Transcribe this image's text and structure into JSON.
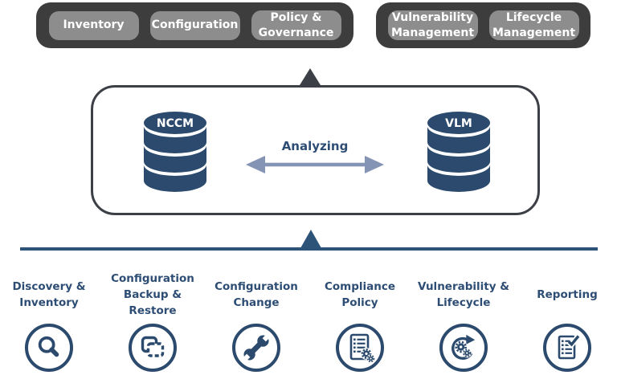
{
  "header": {
    "left_group_items": [
      "Inventory",
      "Configuration",
      "Policy &\nGovernance"
    ],
    "right_group_items": [
      "Vulnerability\nManagement",
      "Lifecycle\nManagement"
    ]
  },
  "core": {
    "left_db_label": "NCCM",
    "right_db_label": "VLM",
    "arrow_label": "Analyzing"
  },
  "features": [
    {
      "label": "Discovery &\nInventory",
      "icon": "magnifier-icon"
    },
    {
      "label": "Configuration\nBackup &\nRestore",
      "icon": "copy-icon"
    },
    {
      "label": "Configuration\nChange",
      "icon": "wrench-icon"
    },
    {
      "label": "Compliance\nPolicy",
      "icon": "checklist-gears-icon"
    },
    {
      "label": "Vulnerability &\nLifecycle",
      "icon": "gears-refresh-icon"
    },
    {
      "label": "Reporting",
      "icon": "report-check-icon"
    }
  ],
  "colors": {
    "band-bg": "#3d3d3d",
    "pill-bg": "#8d8d8d",
    "pill-text": "#ffffff",
    "box-border": "#3c4046",
    "navy": "#2b4a6d",
    "blue-text": "#2d4d74",
    "slate-arrow": "#8494b5",
    "base-line": "#2d5378"
  }
}
